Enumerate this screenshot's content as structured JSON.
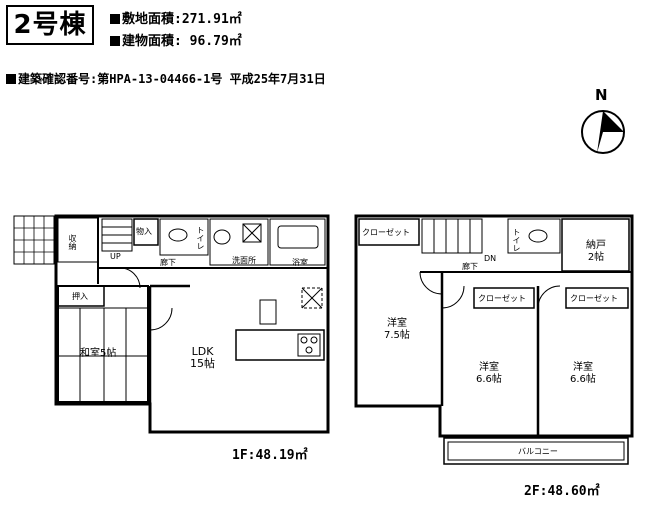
{
  "header": {
    "building_no": "2号棟",
    "site_area": "敷地面積:271.91㎡",
    "building_area": "建物面積: 96.79㎡",
    "permit": "建築確認番号:第HPA-13-04466-1号 平成25年7月31日"
  },
  "compass": {
    "label": "N"
  },
  "floor1": {
    "area": "1F:48.19㎡",
    "rooms": {
      "storage_outside": "物入",
      "toilet": "トイレ",
      "washroom": "洗面所",
      "bath": "浴室",
      "hall": "廊下",
      "closet": "押入",
      "japanese_room": "和室5帖",
      "ldk": "LDK\n15帖",
      "up": "UP",
      "shelf": "収納"
    }
  },
  "floor2": {
    "area": "2F:48.60㎡",
    "rooms": {
      "closet_a": "クローゼット",
      "closet_b": "クローゼット",
      "closet_c": "クローゼット",
      "toilet": "トイレ",
      "hall": "廊下",
      "dn": "DN",
      "storeroom": "納戸\n2帖",
      "western_a": "洋室\n7.5帖",
      "western_b": "洋室\n6.6帖",
      "western_c": "洋室\n6.6帖",
      "balcony": "バルコニー"
    }
  }
}
